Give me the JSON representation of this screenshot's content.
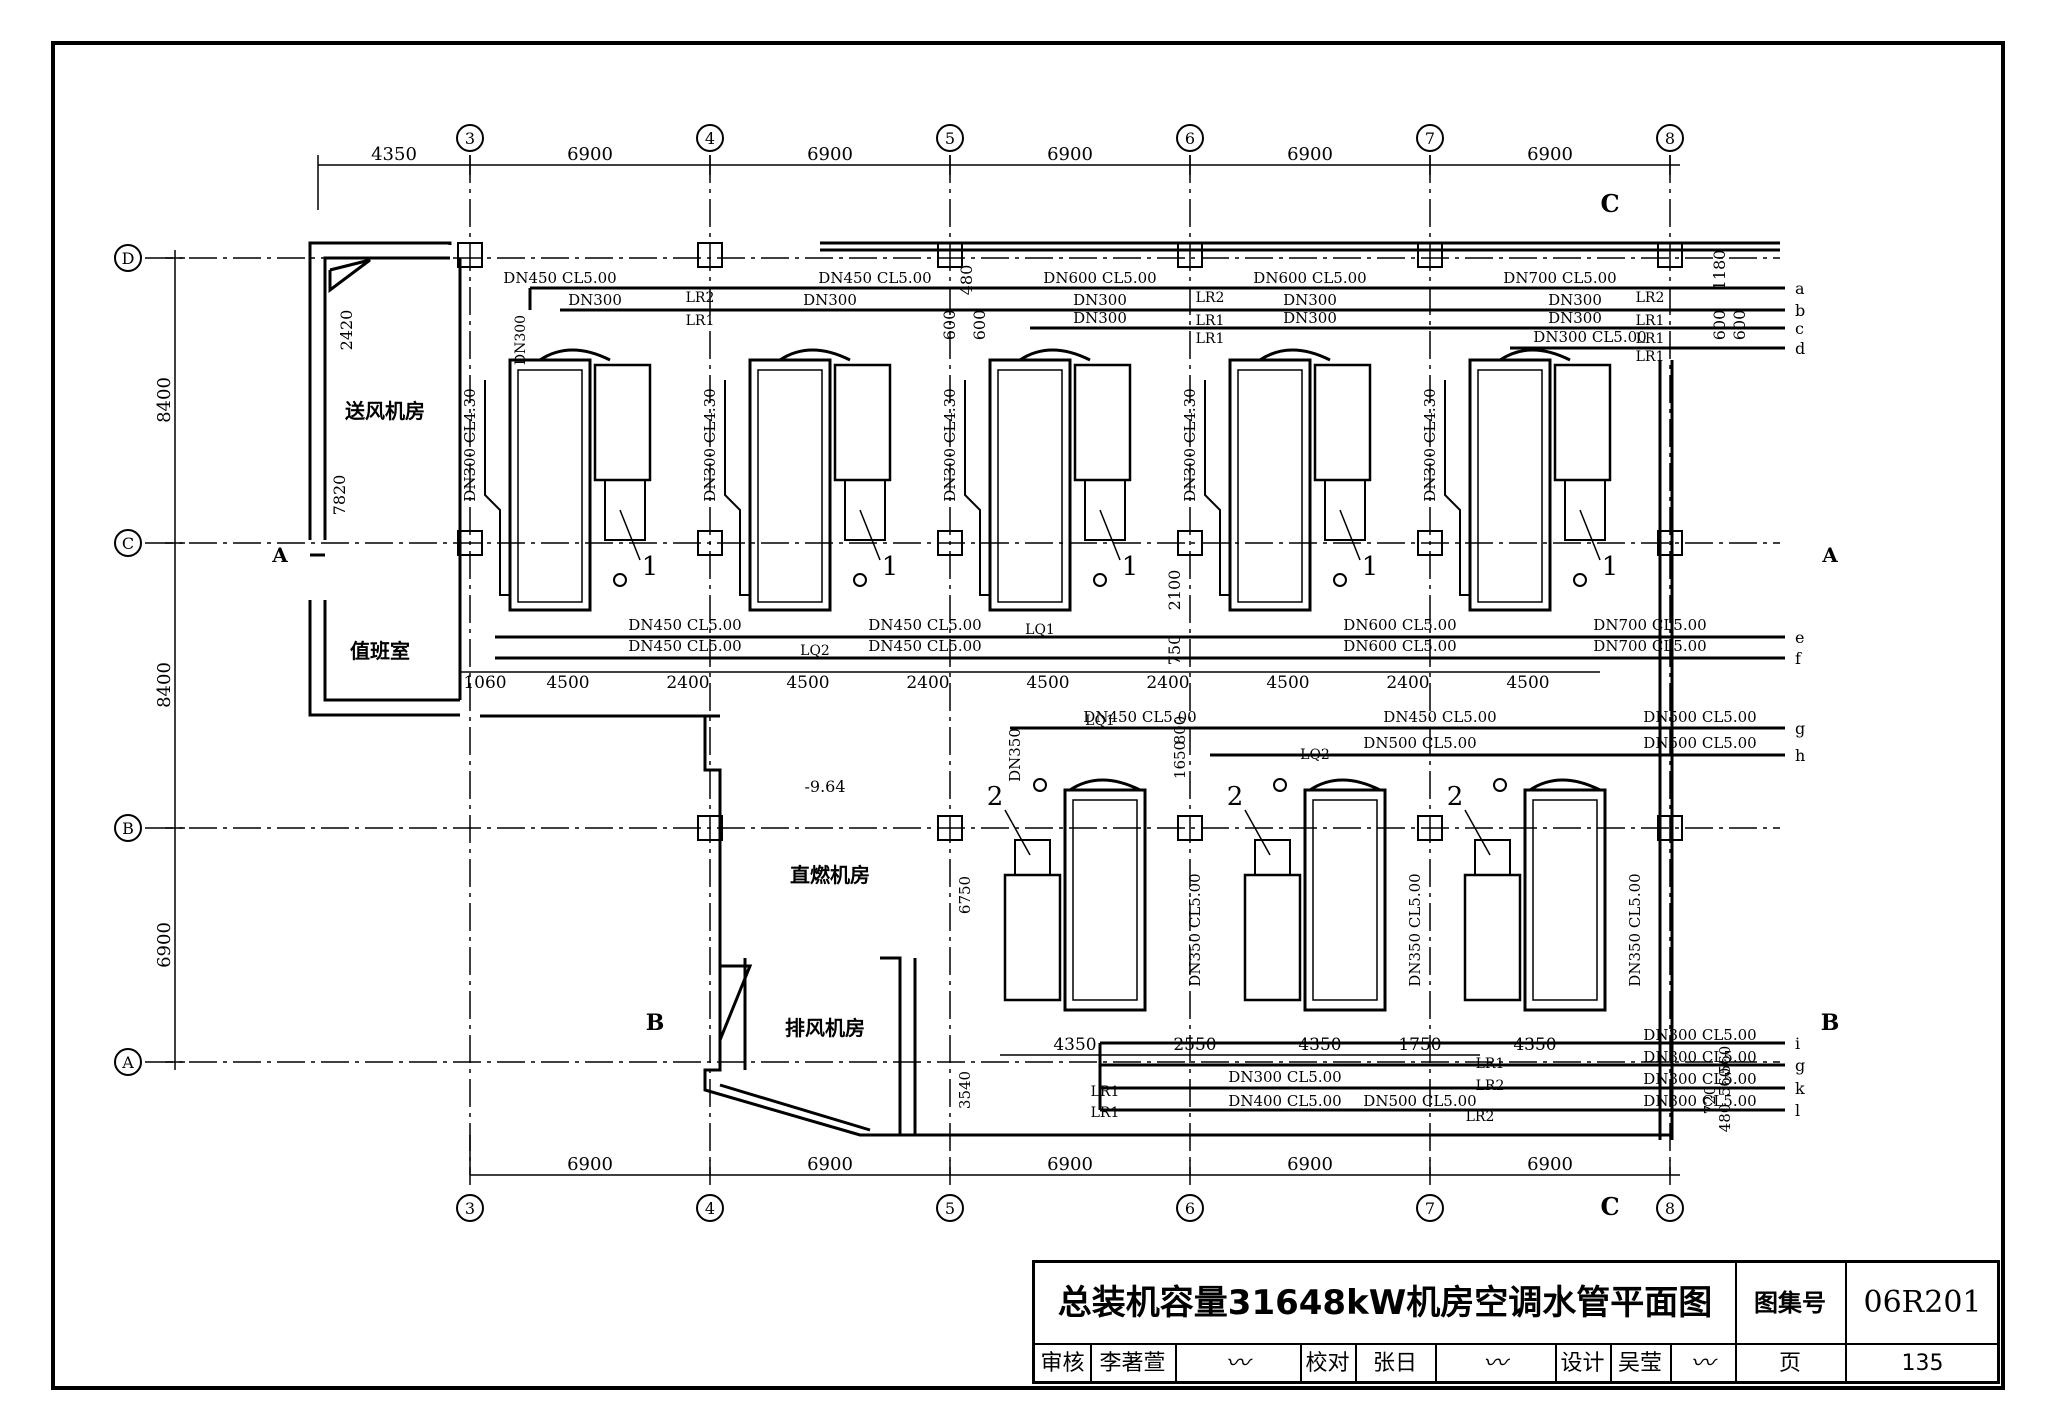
{
  "drawing": {
    "grid_top": [
      "3",
      "4",
      "5",
      "6",
      "7",
      "8"
    ],
    "grid_left": [
      "D",
      "C",
      "B",
      "A"
    ],
    "top_dims": [
      "4350",
      "6900",
      "6900",
      "6900",
      "6900",
      "6900"
    ],
    "bottom_dims": [
      "6900",
      "6900",
      "6900",
      "6900",
      "6900"
    ],
    "left_dims": [
      "8400",
      "8400",
      "6900"
    ],
    "section_marks": {
      "a": "A",
      "b": "B",
      "c": "C"
    },
    "rooms": {
      "supply_fan": "送风机房",
      "duty": "值班室",
      "burner": "直燃机房",
      "exhaust": "排风机房"
    },
    "elevation": "-9.64",
    "pipe_letters": [
      "a",
      "b",
      "c",
      "d",
      "e",
      "f",
      "g",
      "h",
      "i",
      "g",
      "k",
      "l"
    ],
    "upper": {
      "lr2_a": "DN450 CL5.00",
      "lr2_b": "DN450 CL5.00",
      "lr2_c": "DN600 CL5.00",
      "lr2_d": "DN600 CL5.00",
      "lr2_e": "DN700 CL5.00",
      "dn300": "DN300",
      "dn300_cl": "DN300 CL5.00",
      "riser": "DN300 CL4.30",
      "lr1": "LR1",
      "lr2": "LR2",
      "lq1": "LQ1",
      "lq2": "LQ2",
      "e_pipes": [
        "DN450 CL5.00",
        "DN450 CL5.00",
        "DN600 CL5.00",
        "DN700 CL5.00"
      ],
      "f_pipes": [
        "DN450 CL5.00",
        "DN450 CL5.00",
        "DN600 CL5.00",
        "DN700 CL5.00"
      ],
      "dims_row": [
        "1060",
        "4500",
        "2400",
        "4500",
        "2400",
        "4500",
        "2400",
        "4500",
        "2400",
        "4500"
      ],
      "v_dims": [
        "2420",
        "7820",
        "600",
        "480",
        "600",
        "2100",
        "750",
        "1180",
        "600",
        "600"
      ],
      "unit_tag": "1"
    },
    "lower": {
      "g_pipes": [
        "DN450 CL5.00",
        "DN450 CL5.00",
        "DN500 CL5.00"
      ],
      "h_pipes": [
        "DN500 CL5.00",
        "DN500 CL5.00"
      ],
      "dn350": "DN350",
      "riser": "DN350 CL5.00",
      "unit_tag": "2",
      "v_dims": [
        "1650",
        "800",
        "6750",
        "3540",
        "560",
        "560",
        "720",
        "480"
      ],
      "dims_row": [
        "4350",
        "2550",
        "4350",
        "1750",
        "4350"
      ],
      "r_pipes_i": "DN300 CL5.00",
      "r_pipes": [
        "DN300 CL5.00",
        "DN300 CL5.00",
        "DN300 CL5.00",
        "DN300 CL5.00",
        "DN400 CL5.00",
        "DN500 CL5.00"
      ]
    }
  },
  "title_block": {
    "title": "总装机容量31648kW机房空调水管平面图",
    "atlas_label": "图集号",
    "atlas_no": "06R201",
    "review_label": "审核",
    "reviewer": "李著萱",
    "check_label": "校对",
    "checker": "张日",
    "design_label": "设计",
    "designer": "吴莹",
    "page_label": "页",
    "page_no": "135"
  }
}
